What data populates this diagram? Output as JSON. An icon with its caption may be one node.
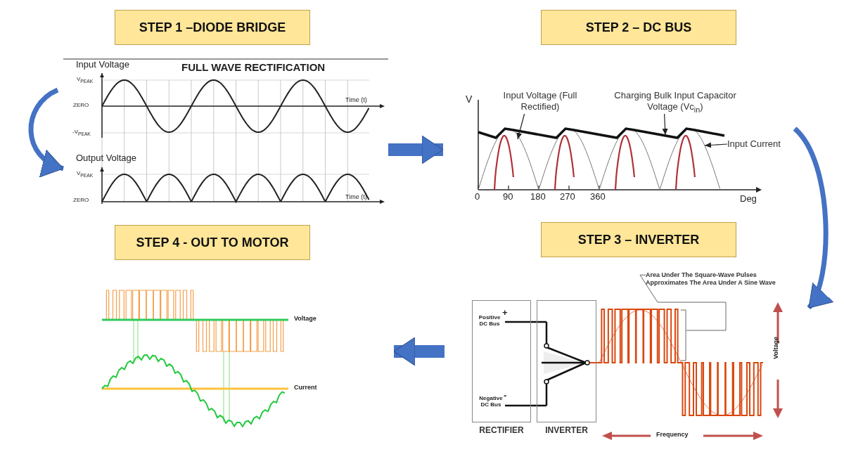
{
  "diagram": {
    "nodes": [
      {
        "text": [
          "STEP 1 –DIODE BRIDGE"
        ]
      },
      {
        "text": [
          "STEP 2 – DC BUS"
        ]
      },
      {
        "text": [],
        "shape": "picture"
      },
      {
        "text": [],
        "shape": "picture"
      },
      {
        "text": [
          "Input Voltage (Full Rectified)"
        ],
        "in": 3
      },
      {
        "text": [
          "Charging Bulk Input Capacitor Voltage (Vc$_{in}$)"
        ],
        "in": 3
      },
      {
        "text": [
          "Input Current"
        ],
        "in": 3
      },
      {
        "text": [
          "STEP 4 - OUT TO MOTOR"
        ]
      },
      {
        "text": [
          "STEP 3 – INVERTER"
        ]
      },
      {
        "text": [],
        "shape": "picture"
      },
      {
        "text": [],
        "shape": "picture"
      },
      {
        "text": [
          "RECTIFIER"
        ],
        "in": 10
      },
      {
        "text": [
          "INVERTER"
        ],
        "in": 10
      },
      {
        "text": [
          "Area Under The **Square-Wave Pulses** Approximates The Area Under A **Sine Wave**"
        ],
        "in": 10
      }
    ],
    "edges": [
      {
        "from": null,
        "to": 2,
        "arrow": "to",
        "color": "#4472c4",
        "style": "thick"
      },
      {
        "from": 2,
        "to": 3,
        "arrow": "to",
        "color": "#4472c4",
        "style": "thick"
      },
      {
        "from": 3,
        "to": 10,
        "arrow": "to",
        "color": "#4472c4",
        "style": "thick"
      },
      {
        "from": 10,
        "to": 9,
        "arrow": "to",
        "color": "#4472c4",
        "style": "thick"
      },
      {
        "from": 4,
        "to": null,
        "arrow": "to",
        "color": "#222222"
      },
      {
        "from": 5,
        "to": null,
        "arrow": "to",
        "color": "#222222"
      },
      {
        "from": 6,
        "to": null,
        "arrow": "to",
        "color": "#222222"
      },
      {
        "from": 13,
        "to": null,
        "arrow": "none",
        "color": "#666666"
      }
    ],
    "labels": [
      "Input Voltage",
      "FULL WAVE RECTIFICATION",
      "V$_{PEAK}$",
      "ZERO",
      "-V$_{PEAK}$",
      "Time (t)",
      "Output Voltage",
      "V$_{PEAK}$",
      "ZERO",
      "Time (t)",
      "V",
      "0",
      "90",
      "180",
      "270",
      "360",
      "Deg",
      "+",
      "Positive DC Bus",
      "-",
      "Negative DC Bus",
      "Voltage",
      "Frequency",
      "Voltage",
      "Current"
    ]
  }
}
